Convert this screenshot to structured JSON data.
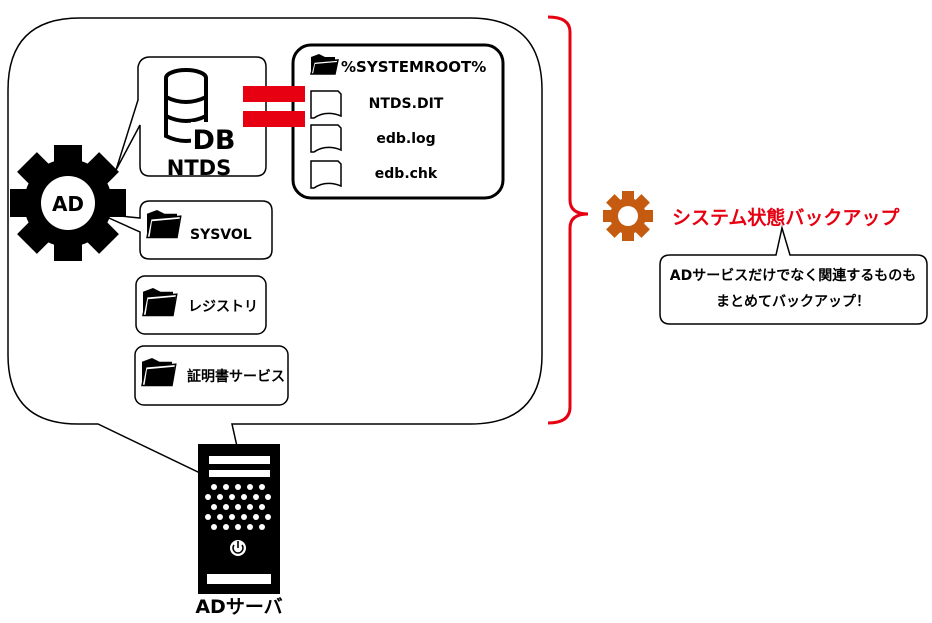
{
  "ad_server": {
    "gear_label": "AD",
    "caption": "ADサーバ"
  },
  "ntds": {
    "db_label": "DB",
    "label": "NTDS"
  },
  "systemroot": {
    "folder": "%SYSTEMROOT%",
    "files": [
      "NTDS.DIT",
      "edb.log",
      "edb.chk"
    ]
  },
  "folders": {
    "sysvol": "SYSVOL",
    "registry": "レジストリ",
    "cert": "証明書サービス"
  },
  "system_state": {
    "title": "システム状態バックアップ",
    "note_line1": "ADサービスだけでなく関連するものも",
    "note_line2": "まとめてバックアップ！"
  },
  "colors": {
    "accent_red": "#e60012",
    "gear_orange": "#c55a11",
    "ink": "#000000"
  },
  "icons": [
    "gear-icon",
    "database-icon",
    "folder-icon",
    "file-icon",
    "server-icon",
    "equals-icon",
    "brace-icon",
    "power-icon"
  ]
}
